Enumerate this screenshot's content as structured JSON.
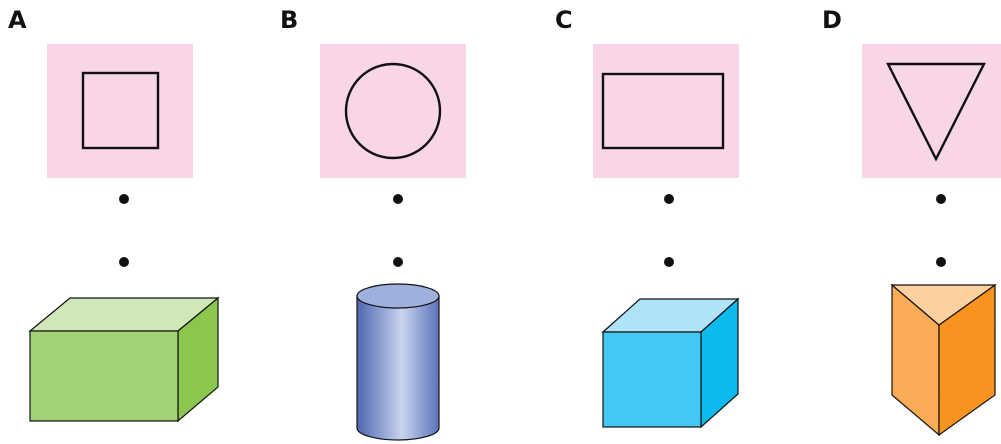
{
  "panels": [
    {
      "label": "A",
      "face_shape": "square",
      "solid": "rectangular-prism",
      "solid_color": "#a3d175"
    },
    {
      "label": "B",
      "face_shape": "circle",
      "solid": "cylinder",
      "solid_color": "#6f87c8"
    },
    {
      "label": "C",
      "face_shape": "rectangle",
      "solid": "cube",
      "solid_color": "#42c8f2"
    },
    {
      "label": "D",
      "face_shape": "triangle",
      "solid": "triangular-prism",
      "solid_color": "#f7a24a"
    }
  ],
  "colors": {
    "card_background": "#f8d6e7",
    "outline": "#111111"
  }
}
